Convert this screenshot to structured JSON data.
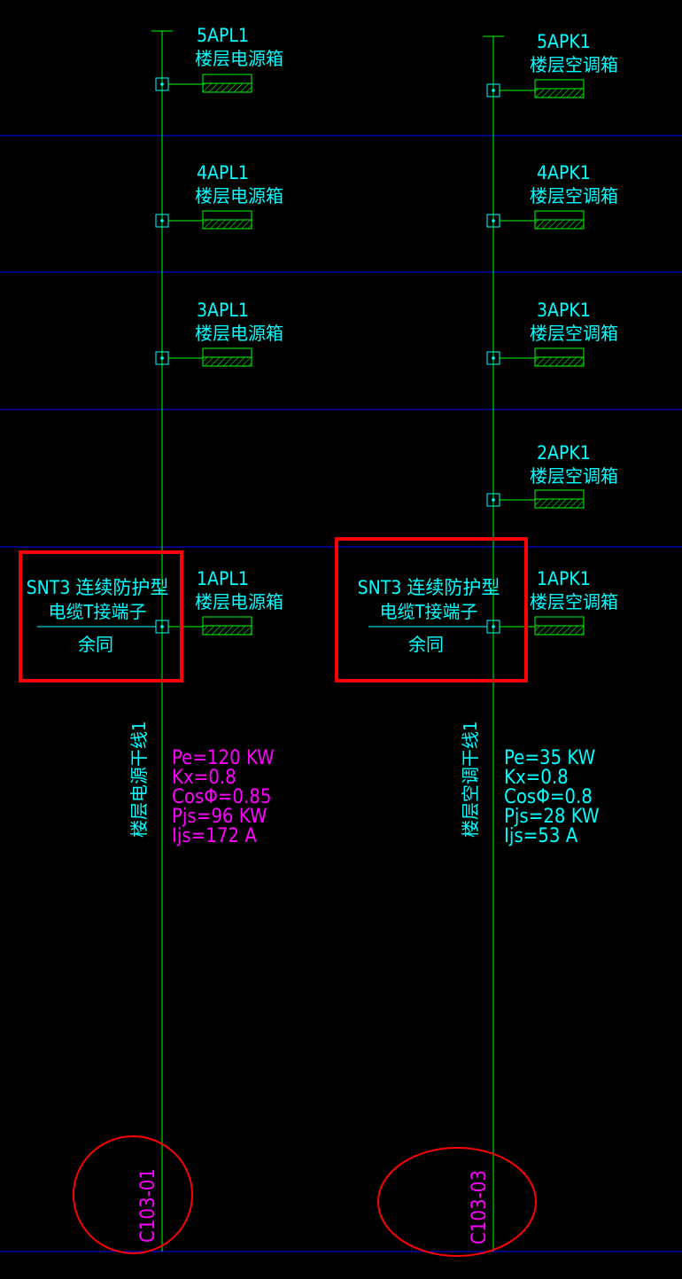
{
  "colors": {
    "background": "#000000",
    "floor_line": "#0000ff",
    "trunk_line": "#00ff00",
    "text_cyan": "#00ffff",
    "text_magenta": "#ff00ff",
    "highlight_red": "#ff0000"
  },
  "columns": [
    {
      "id": "left",
      "boxes": [
        {
          "code": "5APL1",
          "name": "楼层电源箱"
        },
        {
          "code": "4APL1",
          "name": "楼层电源箱"
        },
        {
          "code": "3APL1",
          "name": "楼层电源箱"
        },
        {
          "code": "1APL1",
          "name": "楼层电源箱"
        }
      ],
      "terminal": {
        "line1": "SNT3 连续防护型",
        "line2": "电缆T接端子",
        "line3": "余同"
      },
      "trunk_label": "楼层电源干线1",
      "calc": [
        "Pe=120 KW",
        "Kx=0.8",
        "CosΦ=0.85",
        "Pjs=96 KW",
        "Ijs=172 A"
      ],
      "cable_id": "C103-01"
    },
    {
      "id": "right",
      "boxes": [
        {
          "code": "5APK1",
          "name": "楼层空调箱"
        },
        {
          "code": "4APK1",
          "name": "楼层空调箱"
        },
        {
          "code": "3APK1",
          "name": "楼层空调箱"
        },
        {
          "code": "2APK1",
          "name": "楼层空调箱"
        },
        {
          "code": "1APK1",
          "name": "楼层空调箱"
        }
      ],
      "terminal": {
        "line1": "SNT3 连续防护型",
        "line2": "电缆T接端子",
        "line3": "余同"
      },
      "trunk_label": "楼层空调干线1",
      "calc": [
        "Pe=35 KW",
        "Kx=0.8",
        "CosΦ=0.8",
        "Pjs=28 KW",
        "Ijs=53 A"
      ],
      "cable_id": "C103-03"
    }
  ]
}
